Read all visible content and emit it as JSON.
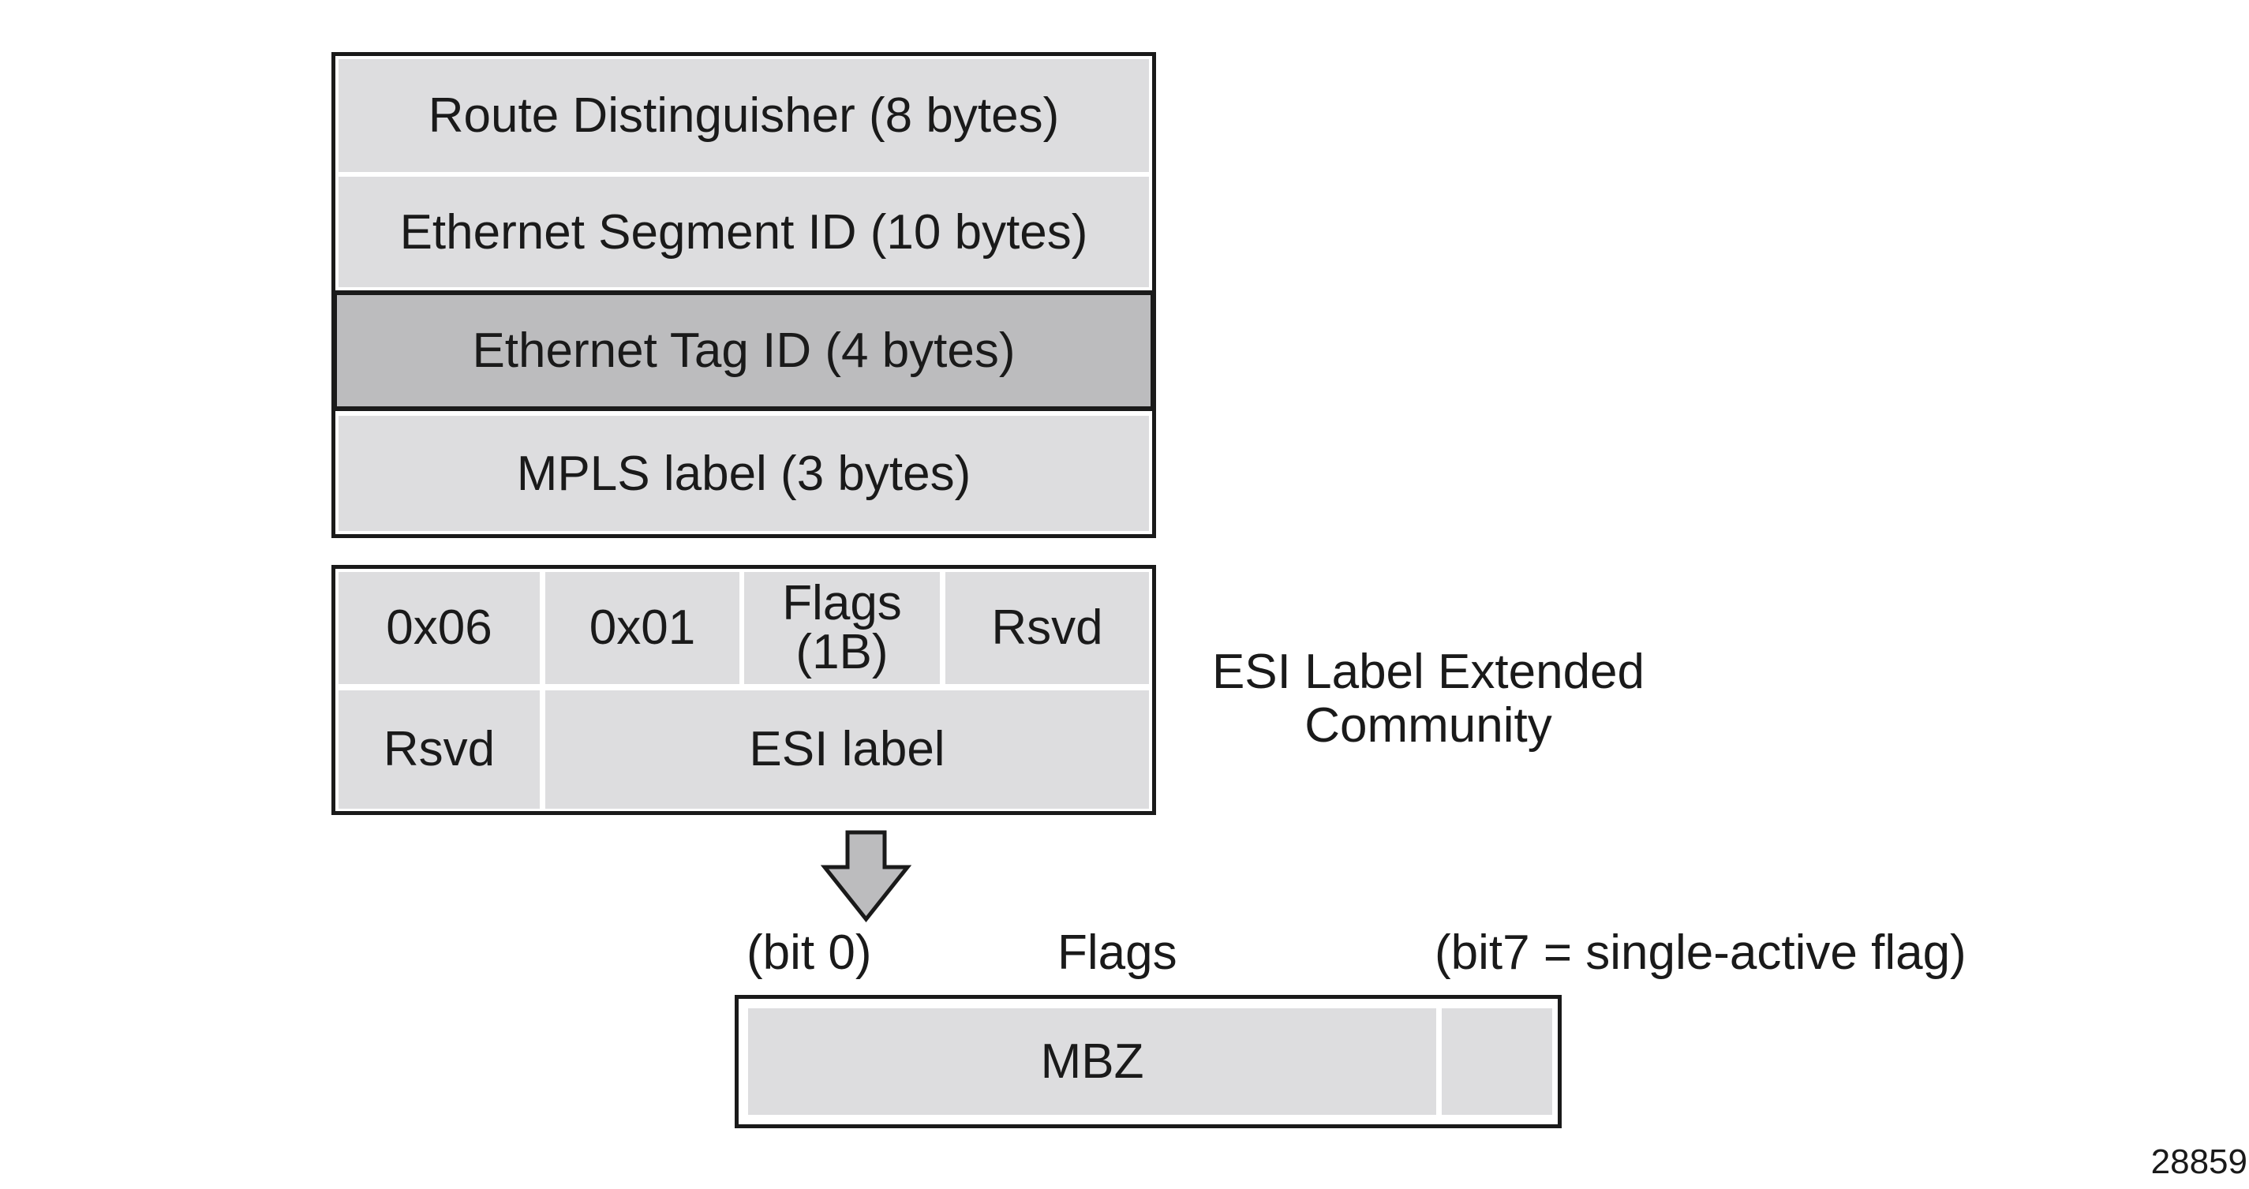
{
  "route_fields": {
    "route_distinguisher": "Route Distinguisher (8 bytes)",
    "ethernet_segment_id": "Ethernet Segment ID (10 bytes)",
    "ethernet_tag_id": "Ethernet Tag ID (4 bytes)",
    "mpls_label": "MPLS label (3 bytes)"
  },
  "esi_community": {
    "cells": {
      "type": "0x06",
      "subtype": "0x01",
      "flags_line1": "Flags",
      "flags_line2": "(1B)",
      "reserved_1": "Rsvd",
      "reserved_2": "Rsvd",
      "esi_label": "ESI label"
    },
    "caption_line1": "ESI Label Extended",
    "caption_line2": "Community"
  },
  "flags_detail": {
    "bit0_label": "(bit 0)",
    "flags_label": "Flags",
    "bit7_label": "(bit7 = single-active flag)",
    "mbz": "MBZ"
  },
  "figure_id": "28859"
}
